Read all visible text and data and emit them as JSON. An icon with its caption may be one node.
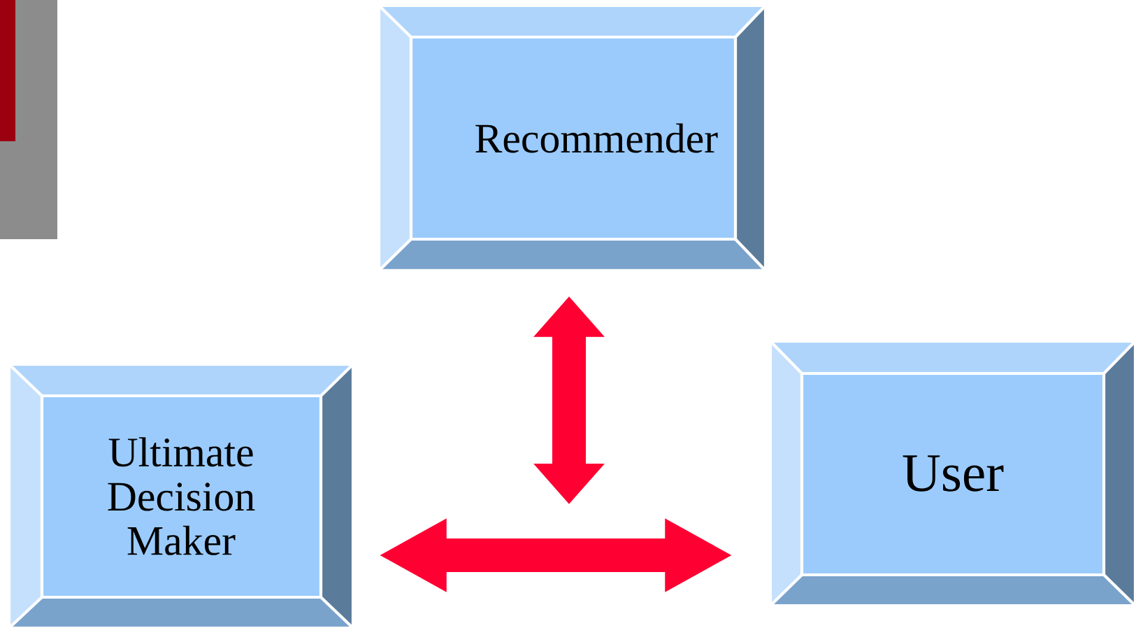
{
  "diagram": {
    "nodes": [
      {
        "text": [
          "Recommender"
        ]
      },
      {
        "text": [
          "Ultimate Decision Maker"
        ]
      },
      {
        "text": [
          "User"
        ]
      }
    ],
    "edges": [
      {
        "from": null,
        "to": 0,
        "arrow": "both"
      },
      {
        "from": 1,
        "to": 2,
        "arrow": "both"
      }
    ]
  }
}
